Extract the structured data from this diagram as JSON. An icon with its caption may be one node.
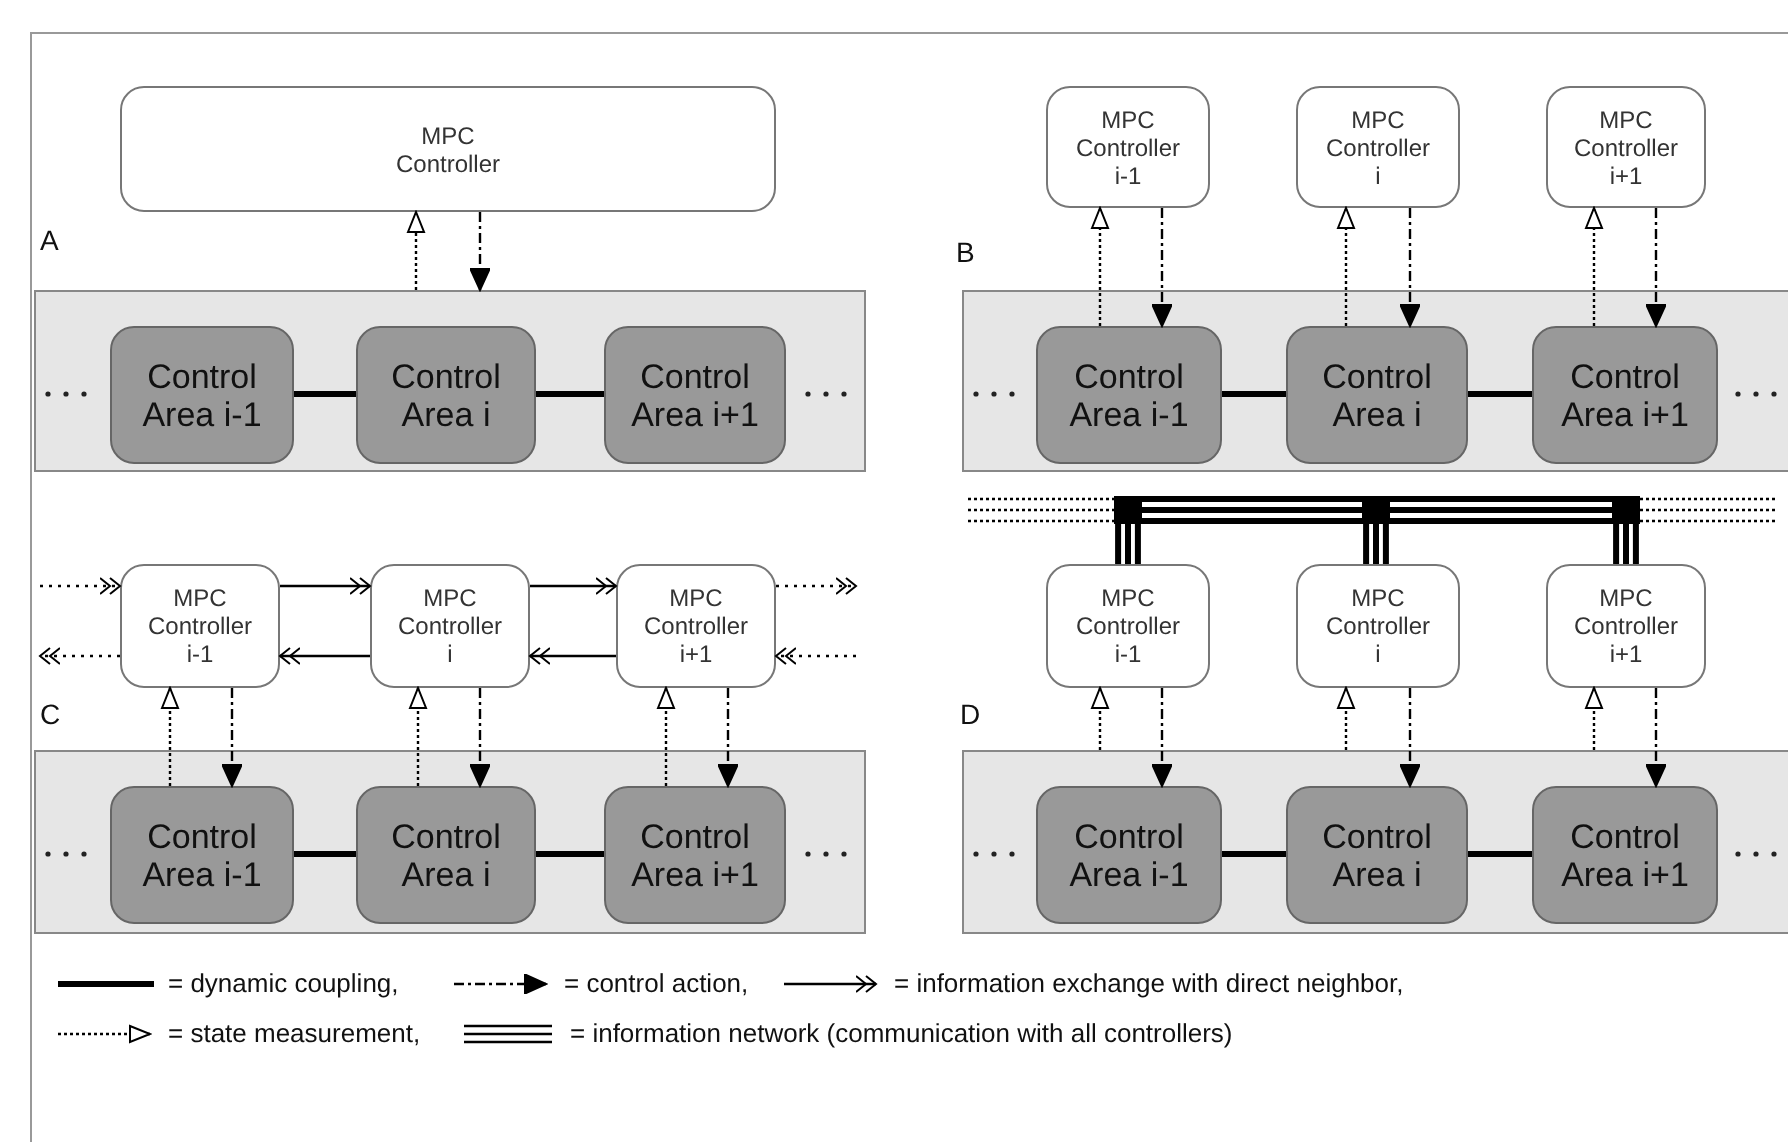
{
  "diagram": {
    "nodes": [
      {
        "text": [
          "MPC Controller"
        ]
      },
      {
        "text": [],
        "shape": "box"
      },
      {
        "text": [
          "Control Area i-1"
        ],
        "in": 1
      },
      {
        "text": [
          "Control Area i"
        ],
        "in": 1
      },
      {
        "text": [
          "Control Area i+1"
        ],
        "in": 1
      },
      {
        "text": [
          "MPC Controller i-1"
        ]
      },
      {
        "text": [
          "MPC Controller i"
        ]
      },
      {
        "text": [
          "MPC Controller i+1"
        ]
      },
      {
        "text": [],
        "shape": "box"
      },
      {
        "text": [
          "Control Area i-1"
        ],
        "in": 8
      },
      {
        "text": [
          "Control Area i"
        ],
        "in": 8
      },
      {
        "text": [
          "Control Area i+1"
        ],
        "in": 8
      },
      {
        "text": [
          "MPC Controller i-1"
        ]
      },
      {
        "text": [
          "MPC Controller i"
        ]
      },
      {
        "text": [
          "MPC Controller i+1"
        ]
      },
      {
        "text": [],
        "shape": "box"
      },
      {
        "text": [
          "Control Area i-1"
        ],
        "in": 15
      },
      {
        "text": [
          "Control Area i"
        ],
        "in": 15
      },
      {
        "text": [
          "Control Area i+1"
        ],
        "in": 15
      },
      {
        "text": [
          "MPC Controller i-1"
        ]
      },
      {
        "text": [
          "MPC Controller i"
        ]
      },
      {
        "text": [
          "MPC Controller i+1"
        ]
      },
      {
        "text": [],
        "shape": "box"
      },
      {
        "text": [
          "Control Area i-1"
        ],
        "in": 22
      },
      {
        "text": [
          "Control Area i"
        ],
        "in": 22
      },
      {
        "text": [
          "Control Area i+1"
        ],
        "in": 22
      },
      {
        "text": [],
        "shape": "box"
      },
      {
        "text": [],
        "shape": "box"
      },
      {
        "text": [],
        "shape": "box"
      }
    ],
    "edges": [
      {
        "from": 1,
        "to": 0,
        "arrow": "to",
        "style": "dashed"
      },
      {
        "from": 0,
        "to": 1,
        "arrow": "to",
        "style": "dashed"
      },
      {
        "from": 2,
        "to": 3,
        "arrow": "none",
        "style": "thick"
      },
      {
        "from": 3,
        "to": 4,
        "arrow": "none",
        "style": "thick"
      },
      {
        "from": 9,
        "to": 5,
        "arrow": "to",
        "style": "dashed"
      },
      {
        "from": 5,
        "to": 9,
        "arrow": "to",
        "style": "dashed"
      },
      {
        "from": 10,
        "to": 6,
        "arrow": "to",
        "style": "dashed"
      },
      {
        "from": 6,
        "to": 10,
        "arrow": "to",
        "style": "dashed"
      },
      {
        "from": 11,
        "to": 7,
        "arrow": "to",
        "style": "dashed"
      },
      {
        "from": 7,
        "to": 11,
        "arrow": "to",
        "style": "dashed"
      },
      {
        "from": 9,
        "to": 10,
        "arrow": "none",
        "style": "thick"
      },
      {
        "from": 10,
        "to": 11,
        "arrow": "none",
        "style": "thick"
      },
      {
        "from": 16,
        "to": 12,
        "arrow": "to",
        "style": "dashed"
      },
      {
        "from": 12,
        "to": 16,
        "arrow": "to",
        "style": "dashed"
      },
      {
        "from": 17,
        "to": 13,
        "arrow": "to",
        "style": "dashed"
      },
      {
        "from": 13,
        "to": 17,
        "arrow": "to",
        "style": "dashed"
      },
      {
        "from": 18,
        "to": 14,
        "arrow": "to",
        "style": "dashed"
      },
      {
        "from": 14,
        "to": 18,
        "arrow": "to",
        "style": "dashed"
      },
      {
        "from": 16,
        "to": 17,
        "arrow": "none",
        "style": "thick"
      },
      {
        "from": 17,
        "to": 18,
        "arrow": "none",
        "style": "thick"
      },
      {
        "from": 12,
        "to": 13,
        "arrow": "to"
      },
      {
        "from": 13,
        "to": 14,
        "arrow": "to"
      },
      {
        "from": 13,
        "to": 12,
        "arrow": "to"
      },
      {
        "from": 14,
        "to": 13,
        "arrow": "to"
      },
      {
        "from": null,
        "to": 12,
        "arrow": "to",
        "style": "dashed"
      },
      {
        "from": 12,
        "to": null,
        "arrow": "to",
        "style": "dashed"
      },
      {
        "from": 14,
        "to": null,
        "arrow": "to",
        "style": "dashed"
      },
      {
        "from": null,
        "to": 14,
        "arrow": "to",
        "style": "dashed"
      },
      {
        "from": 22,
        "to": 19,
        "arrow": "to",
        "style": "dashed"
      },
      {
        "from": 19,
        "to": 23,
        "arrow": "to",
        "style": "dashed"
      },
      {
        "from": 22,
        "to": 20,
        "arrow": "to",
        "style": "dashed"
      },
      {
        "from": 20,
        "to": 24,
        "arrow": "to",
        "style": "dashed"
      },
      {
        "from": 22,
        "to": 21,
        "arrow": "to",
        "style": "dashed"
      },
      {
        "from": 21,
        "to": 25,
        "arrow": "to",
        "style": "dashed"
      },
      {
        "from": 23,
        "to": 24,
        "arrow": "none",
        "style": "thick"
      },
      {
        "from": 24,
        "to": 25,
        "arrow": "none",
        "style": "thick"
      },
      {
        "from": null,
        "to": 26,
        "arrow": "none",
        "style": "dashed"
      },
      {
        "from": 26,
        "to": 27,
        "arrow": "none",
        "style": "thick"
      },
      {
        "from": 27,
        "to": 28,
        "arrow": "none",
        "style": "thick"
      },
      {
        "from": 28,
        "to": null,
        "arrow": "none",
        "style": "dashed"
      },
      {
        "from": 26,
        "to": 19,
        "arrow": "none",
        "style": "thick"
      },
      {
        "from": 27,
        "to": 20,
        "arrow": "none",
        "style": "thick"
      },
      {
        "from": 28,
        "to": 21,
        "arrow": "none",
        "style": "thick"
      }
    ],
    "labels": [
      "A",
      "B",
      "C",
      "D"
    ],
    "legend": [
      {
        "text": "= dynamic coupling,"
      },
      {
        "text": "= control action,"
      },
      {
        "text": "= information exchange with direct neighbor,"
      },
      {
        "text": "= state measurement,"
      },
      {
        "text": "= information network (communication with all controllers)"
      }
    ]
  }
}
